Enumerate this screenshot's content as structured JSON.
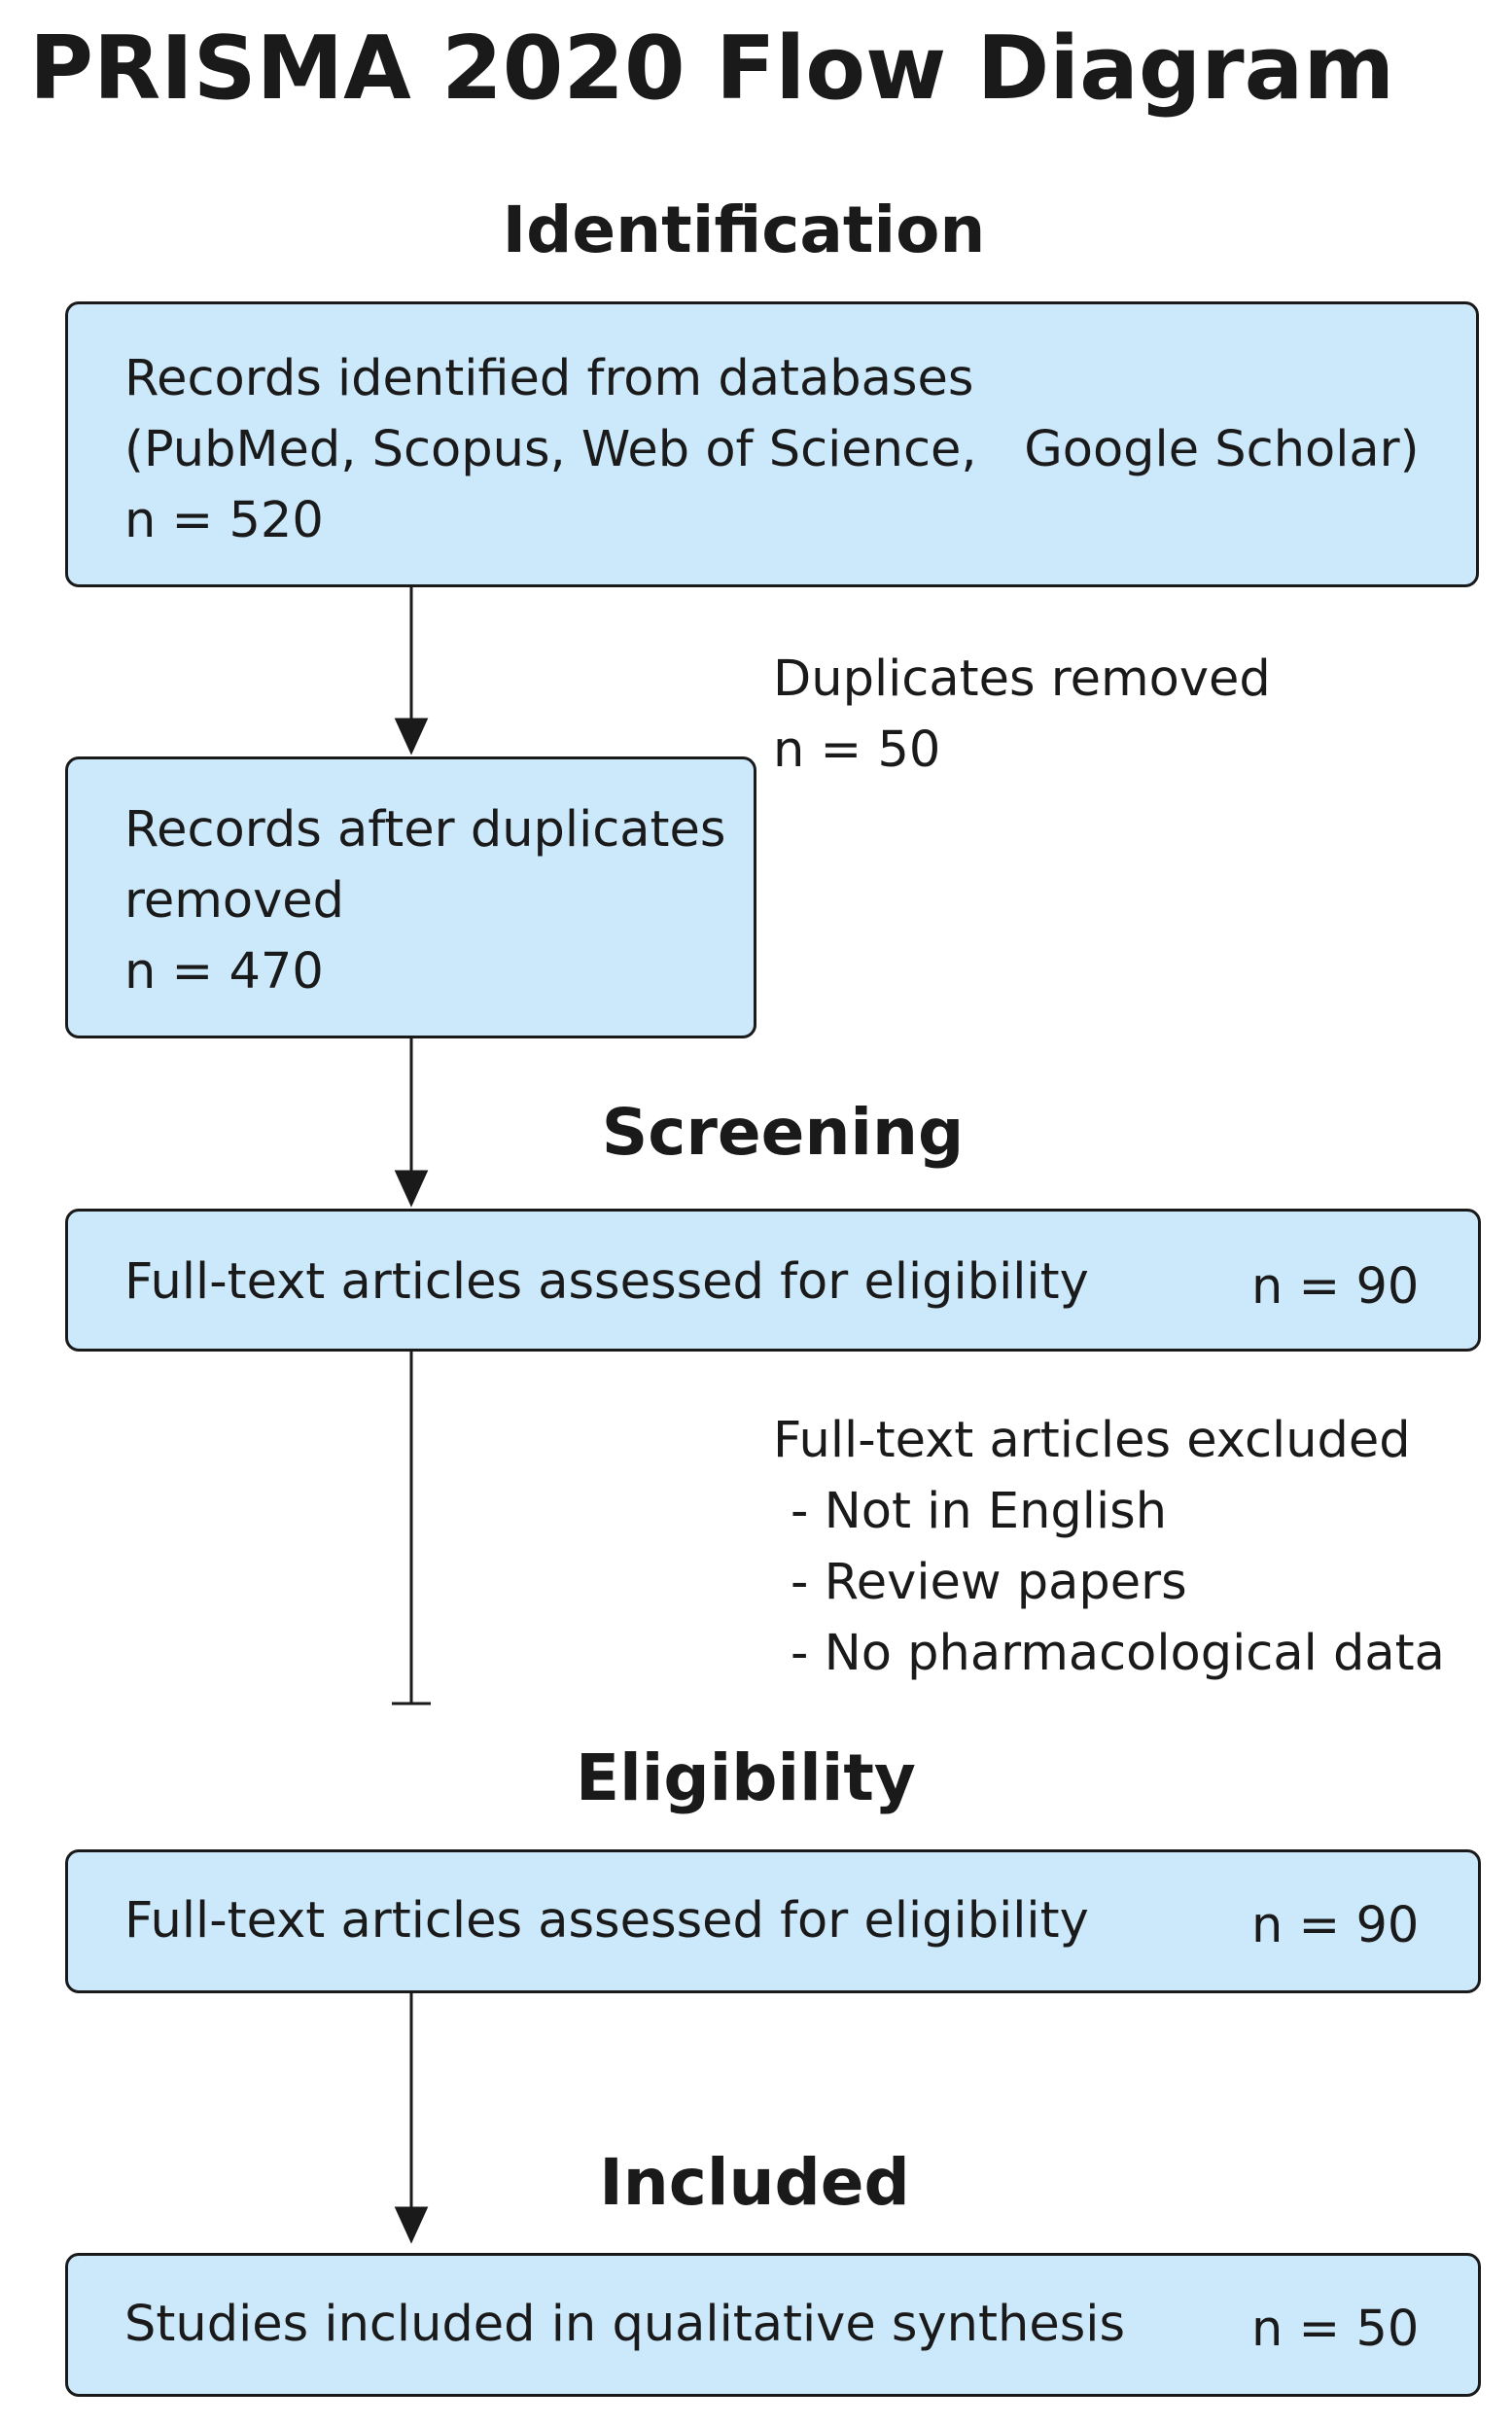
{
  "title": "PRISMA 2020 Flow Diagram",
  "sections": {
    "identification": "Identification",
    "screening": "Screening",
    "eligibility": "Eligibility",
    "included": "Included"
  },
  "boxes": {
    "records_identified": {
      "lines": [
        "Records identified from databases",
        "(PubMed, Scopus, Web of Science,   Google Scholar)",
        "n = 520"
      ]
    },
    "records_after_duplicates": {
      "lines": [
        "Records after duplicates",
        "removed",
        "n = 470"
      ]
    },
    "fulltext_screening": {
      "label": "Full-text articles assessed for eligibility",
      "n": "n = 90"
    },
    "fulltext_eligibility": {
      "label": "Full-text articles assessed for eligibility",
      "n": "n = 90"
    },
    "studies_included": {
      "label": "Studies included in qualitative synthesis",
      "n": "n = 50"
    }
  },
  "notes": {
    "duplicates_removed": {
      "label": "Duplicates removed",
      "n": "n = 50"
    },
    "fulltext_excluded": {
      "label": "Full-text articles excluded",
      "reasons": [
        "- Not in English",
        "- Review papers",
        "- No pharmacological data"
      ]
    }
  },
  "colors": {
    "box_fill": "#cce8fb",
    "stroke": "#1a1a1a",
    "text": "#1a1a1a"
  }
}
